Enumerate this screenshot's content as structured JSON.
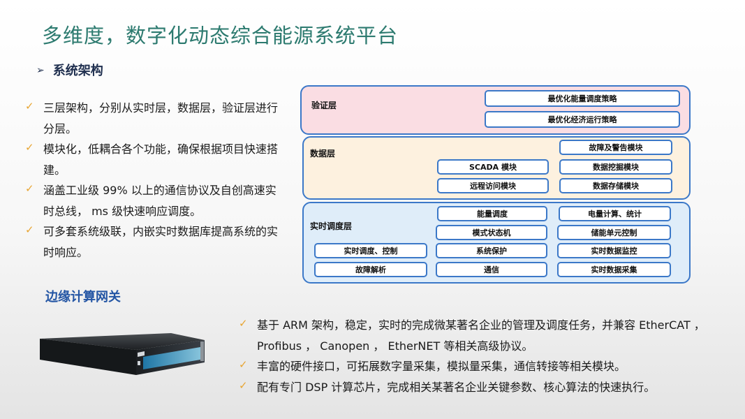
{
  "title": "多维度，数字化动态综合能源系统平台",
  "section1": {
    "label": "系统架构"
  },
  "left_bullets": [
    "三层架构，分别从实时层，数据层，验证层进行分层。",
    "模块化，低耦合各个功能，确保根据项目快速搭建。",
    "涵盖工业级 99% 以上的通信协议及自创高速实时总线， ms 级快速响应调度。",
    "可多套系统级联，内嵌实时数据库提高系统的实时响应。"
  ],
  "architecture": {
    "verify": {
      "label": "验证层",
      "modules": [
        "最优化能量调度策略",
        "最优化经济运行策略"
      ]
    },
    "data": {
      "label": "数据层",
      "modules": [
        "故障及警告模块",
        "SCADA 模块",
        "数据挖掘模块",
        "远程访问模块",
        "数据存储模块"
      ]
    },
    "realtime": {
      "label": "实时调度层",
      "modules": [
        "能量调度",
        "电量计算、统计",
        "模式状态机",
        "储能单元控制",
        "实时调度、控制",
        "系统保护",
        "实时数据监控",
        "故障解析",
        "通信",
        "实时数据采集"
      ]
    }
  },
  "section2": {
    "label": "边缘计算网关"
  },
  "bottom_bullets": [
    "基于 ARM 架构，稳定，实时的完成微某著名企业的管理及调度任务，并兼容 EtherCAT ， Profibus ， Canopen ， EtherNET 等相关高级协议。",
    "丰富的硬件接口，可拓展数字量采集，模拟量采集，通信转接等相关模块。",
    "配有专门 DSP 计算芯片，完成相关某著名企业关键参数、核心算法的快速执行。"
  ],
  "colors": {
    "title": "#2c7a6f",
    "section2": "#2355a4",
    "tick": "#e8a532",
    "border": "#3b78c8"
  }
}
